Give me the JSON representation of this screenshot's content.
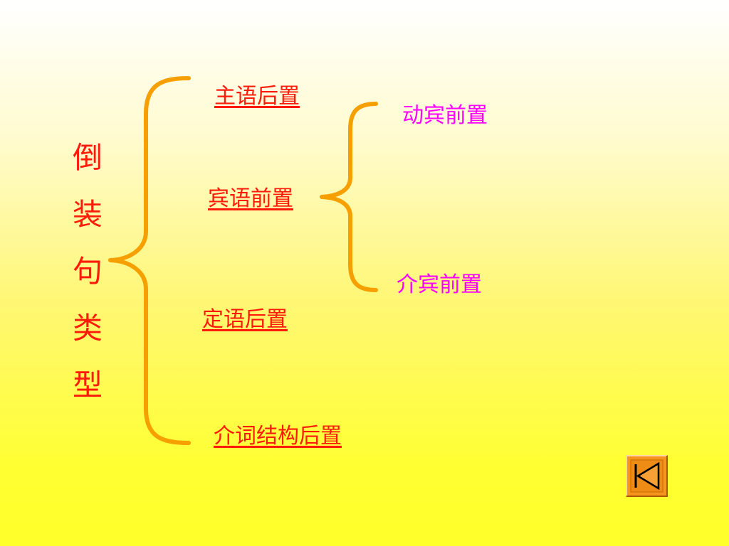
{
  "title": {
    "chars": [
      "倒",
      "装",
      "句",
      "类",
      "型"
    ]
  },
  "main_items": {
    "subject_postposition": "主语后置",
    "object_preposition": "宾语前置",
    "attributive_postposition": "定语后置",
    "prep_phrase_postposition": "介词结构后置"
  },
  "sub_items": {
    "verb_object_preposition": "动宾前置",
    "prep_object_preposition": "介宾前置"
  },
  "colors": {
    "title": "#ff1a0a",
    "link": "#ff1a0a",
    "sub": "#ff00ff",
    "brace": "#f5a000",
    "button_bg": "#f7941d"
  },
  "icons": {
    "nav_button": "skip-to-start-icon"
  }
}
